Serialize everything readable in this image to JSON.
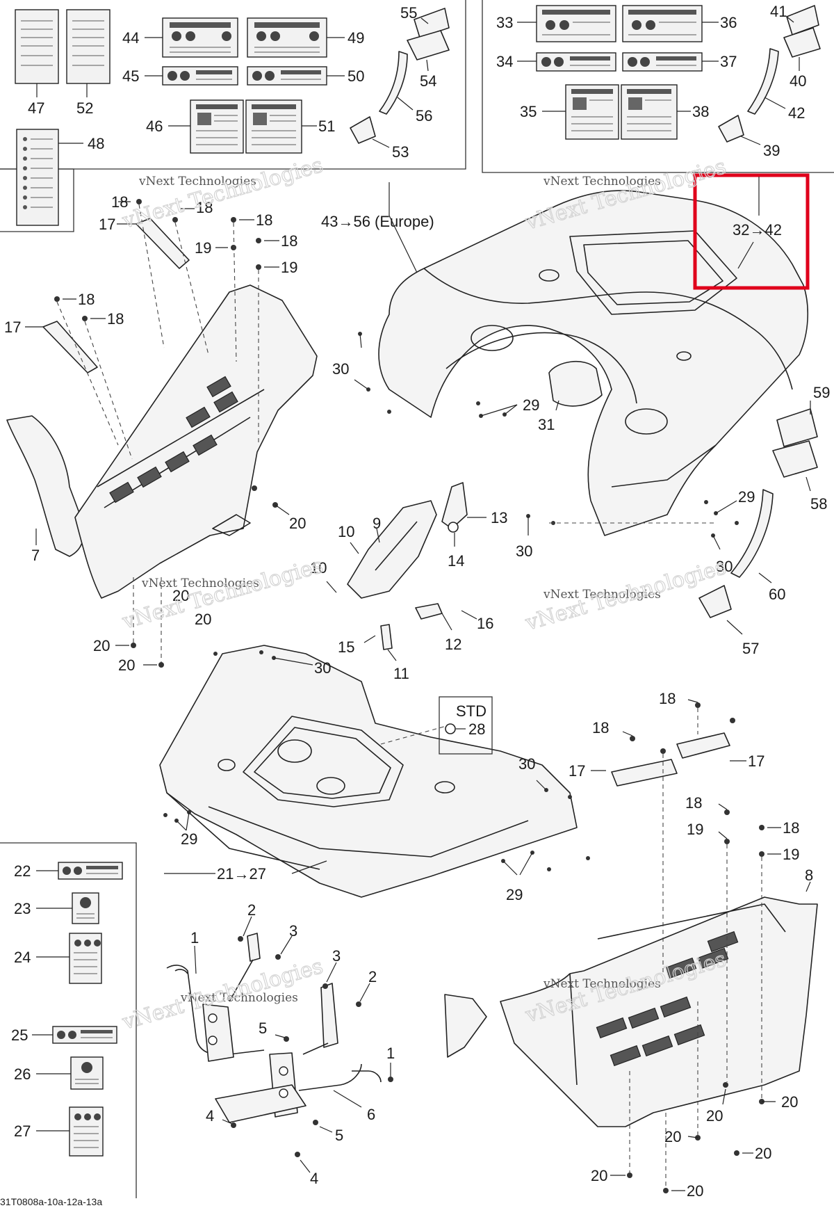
{
  "diagram": {
    "callouts": {
      "c47": "47",
      "c52": "52",
      "c48": "48",
      "c44": "44",
      "c45": "45",
      "c46": "46",
      "c49": "49",
      "c50": "50",
      "c51": "51",
      "c55": "55",
      "c54": "54",
      "c56": "56",
      "c53": "53",
      "c33": "33",
      "c34": "34",
      "c35": "35",
      "c36": "36",
      "c37": "37",
      "c38": "38",
      "c41": "41",
      "c40": "40",
      "c42": "42",
      "c39": "39",
      "c43_56": "43→56 (Europe)",
      "c32_42": "32→42",
      "c17a": "17",
      "c17b": "17",
      "c17c": "17",
      "c17d": "17",
      "c18": "18",
      "c19": "19",
      "c20": "20",
      "c7": "7",
      "c8": "8",
      "c9": "9",
      "c10a": "10",
      "c10b": "10",
      "c11": "11",
      "c12": "12",
      "c13": "13",
      "c14": "14",
      "c15": "15",
      "c16": "16",
      "c29": "29",
      "c30": "30",
      "c31": "31",
      "c59": "59",
      "c58": "58",
      "c60": "60",
      "c57": "57",
      "std": "STD",
      "c28": "28",
      "c21_27": "21→27",
      "c22": "22",
      "c23": "23",
      "c24": "24",
      "c25": "25",
      "c26": "26",
      "c27": "27",
      "c1a": "1",
      "c1b": "1",
      "c2a": "2",
      "c2b": "2",
      "c3a": "3",
      "c3b": "3",
      "c4a": "4",
      "c4b": "4",
      "c5a": "5",
      "c5b": "5",
      "c6": "6"
    },
    "watermark_small": "vNext Technologies",
    "watermark_large": "vNext Technologies",
    "footer_code": "31T0808a-10a-12a-13a",
    "highlight_color": "#e0001b"
  }
}
